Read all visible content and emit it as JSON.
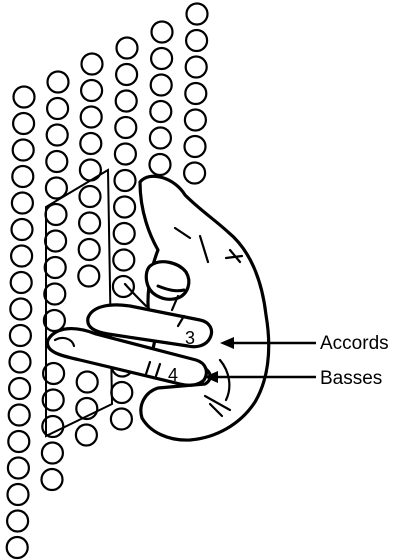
{
  "labels": {
    "accords": "Accords",
    "basses": "Basses",
    "finger_3": "3",
    "finger_4": "4"
  },
  "icons": {
    "hand": "hand-icon",
    "button": "bass-button-icon"
  },
  "colors": {
    "ink": "#000000",
    "paper": "#ffffff"
  }
}
